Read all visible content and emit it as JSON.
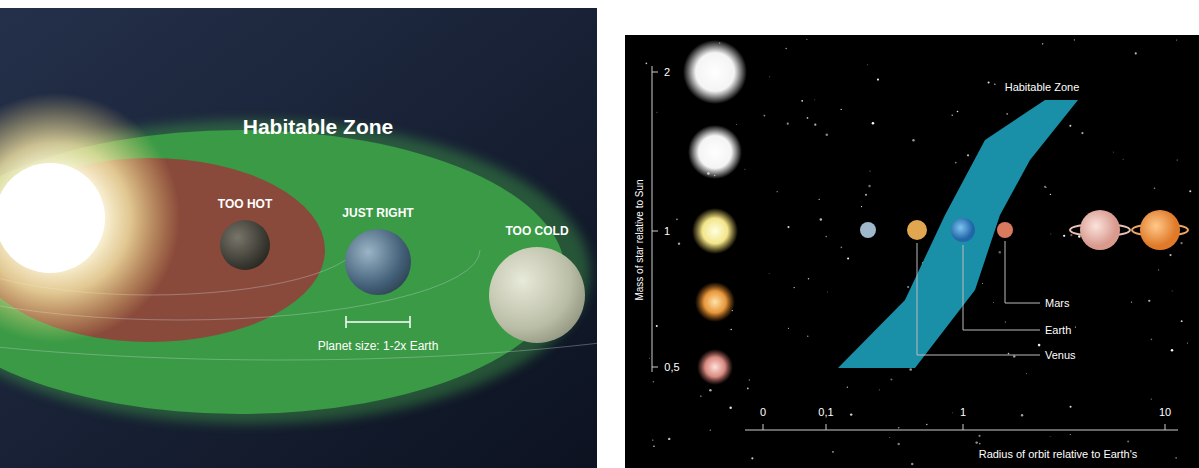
{
  "diagram": {
    "nodes": [
      {
        "text": [
          "TOO HOT"
        ]
      },
      {
        "text": [
          "JUST RIGHT"
        ]
      },
      {
        "text": [
          "TOO COLD"
        ]
      }
    ],
    "labels": [
      "Habitable Zone",
      "Planet size: 1-2x Earth",
      "Habitable Zone",
      "2",
      "1",
      "0,5",
      "Mass of star relative to Sun",
      "Mars",
      "Earth",
      "Venus",
      "0",
      "0,1",
      "1",
      "10",
      "Radius of orbit relative to Earth's"
    ]
  }
}
